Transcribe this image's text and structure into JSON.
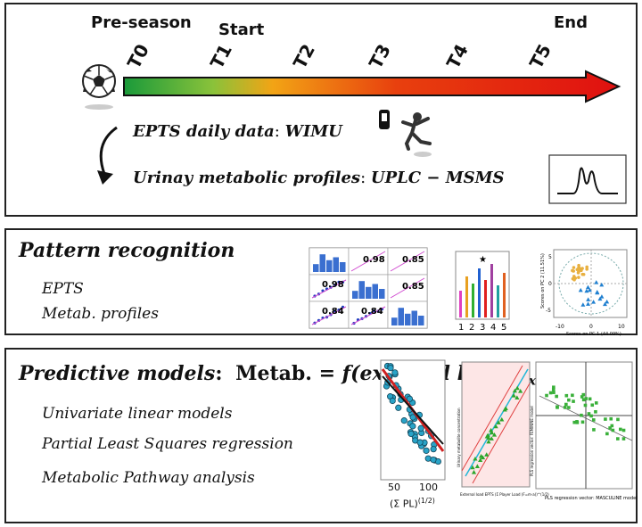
{
  "timeline": {
    "phases": {
      "pre": "Pre-season",
      "start": "Start",
      "end": "End"
    },
    "ticks": [
      "T0",
      "T1",
      "T2",
      "T3",
      "T4",
      "T5"
    ],
    "lines": [
      {
        "label": "EPTS daily data",
        "value": "WIMU"
      },
      {
        "label": "Urinay metabolic profiles",
        "value": "UPLC − MSMS"
      }
    ]
  },
  "pattern": {
    "title": "Pattern recognition",
    "items": [
      "EPTS",
      "Metab. profiles"
    ],
    "corr_values": [
      "0.98",
      "0.85",
      "0.98",
      "0.85",
      "0.84",
      "0.84"
    ],
    "bar_ticks": [
      "1",
      "2",
      "3",
      "4",
      "5"
    ],
    "star": "★",
    "pca": {
      "xlabel": "Scores on PC 1 (44.09%)",
      "ylabel": "Scores on PC 2 (11.51%)",
      "xticks": [
        "-10",
        "0",
        "10"
      ],
      "yticks": [
        "5",
        "0",
        "-5"
      ]
    }
  },
  "predictive": {
    "title": "Predictive models",
    "formula": {
      "lhs": "Metab.",
      "eq": " = f(external load)",
      "sub": "sex"
    },
    "items": [
      "Univariate linear models",
      "Partial Least Squares regression",
      "Metabolic Pathway analysis"
    ],
    "scatter1": {
      "xticks": [
        "50",
        "100"
      ],
      "xlabel": "(Σ PL)",
      "xlabel_sup": "(1/2)"
    },
    "scatter2": {
      "xlabel": "External load EPTS (Σ Player Load (F=m·a))^(1/2)",
      "ylabel": "Urinary metabolite concentration"
    },
    "scatter3": {
      "xlabel": "PLS regression vector: MASCULINE model",
      "ylabel": "PLS regression vector: FEMININE model"
    }
  }
}
